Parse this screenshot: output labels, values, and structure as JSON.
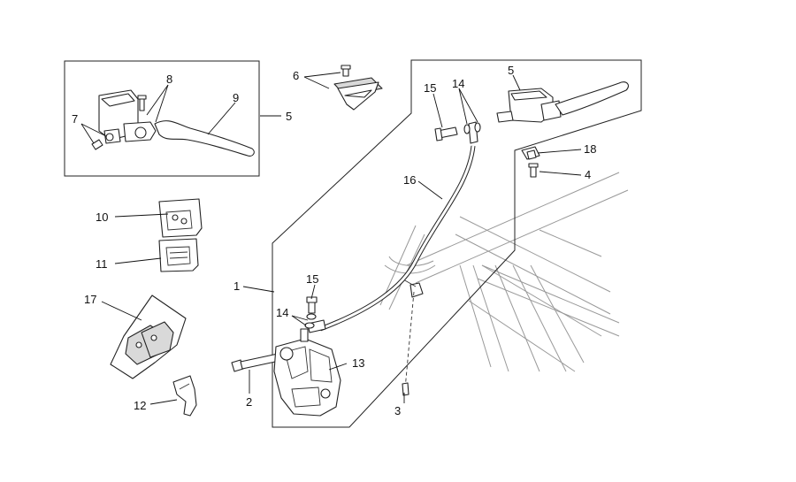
{
  "callouts": {
    "c1": "1",
    "c2": "2",
    "c3": "3",
    "c4": "4",
    "c5_left": "5",
    "c5_right": "5",
    "c6": "6",
    "c7": "7",
    "c8": "8",
    "c9": "9",
    "c10": "10",
    "c11": "11",
    "c12": "12",
    "c13": "13",
    "c14_top": "14",
    "c14_bottom": "14",
    "c15_top": "15",
    "c15_bottom": "15",
    "c16": "16",
    "c17": "17",
    "c18": "18"
  },
  "colors": {
    "line": "#222222",
    "frame": "#999999",
    "fill": "#ffffff"
  }
}
